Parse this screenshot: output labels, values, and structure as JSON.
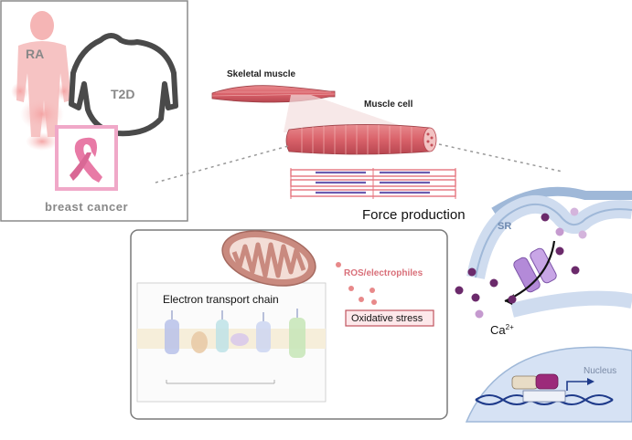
{
  "labels": {
    "ra": "RA",
    "t2d": "T2D",
    "breast_cancer": "breast cancer",
    "skeletal_muscle": "Skeletal muscle",
    "muscle_cell": "Muscle cell",
    "force_production": "Force production",
    "etc": "Electron transport chain",
    "ros": "ROS/electrophiles",
    "oxidative_stress": "Oxidative stress",
    "sr": "SR",
    "calcium": "Ca",
    "calcium_charge": "2+",
    "nucleus": "Nucleus"
  },
  "colors": {
    "ribbon": "#e87aa6",
    "ribbon_frame": "#f0a8c8",
    "muscle": "#d9626a",
    "mitochondria": "#c98a7f",
    "ros_dots": "#e8898a",
    "ros_text": "#d9707a",
    "calcium_dots": "#6b2a6b",
    "channel": "#b38ad8",
    "membrane": "#9fb8d8",
    "nucleus": "#d6e2f4",
    "dna": "#1e3a8a"
  }
}
